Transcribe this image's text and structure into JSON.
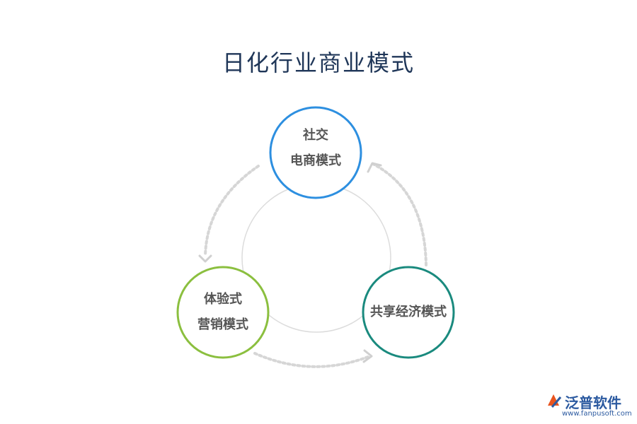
{
  "title": "日化行业商业模式",
  "nodes": {
    "social": {
      "line1": "社交",
      "line2": "电商模式",
      "color": "#2d8fe0"
    },
    "experience": {
      "line1": "体验式",
      "line2": "营销模式",
      "color": "#8bbf3f"
    },
    "sharing": {
      "label": "共享经济模式",
      "color": "#1a8a7e"
    }
  },
  "logo": {
    "name": "泛普软件",
    "url": "www.fanpusoft.com"
  }
}
